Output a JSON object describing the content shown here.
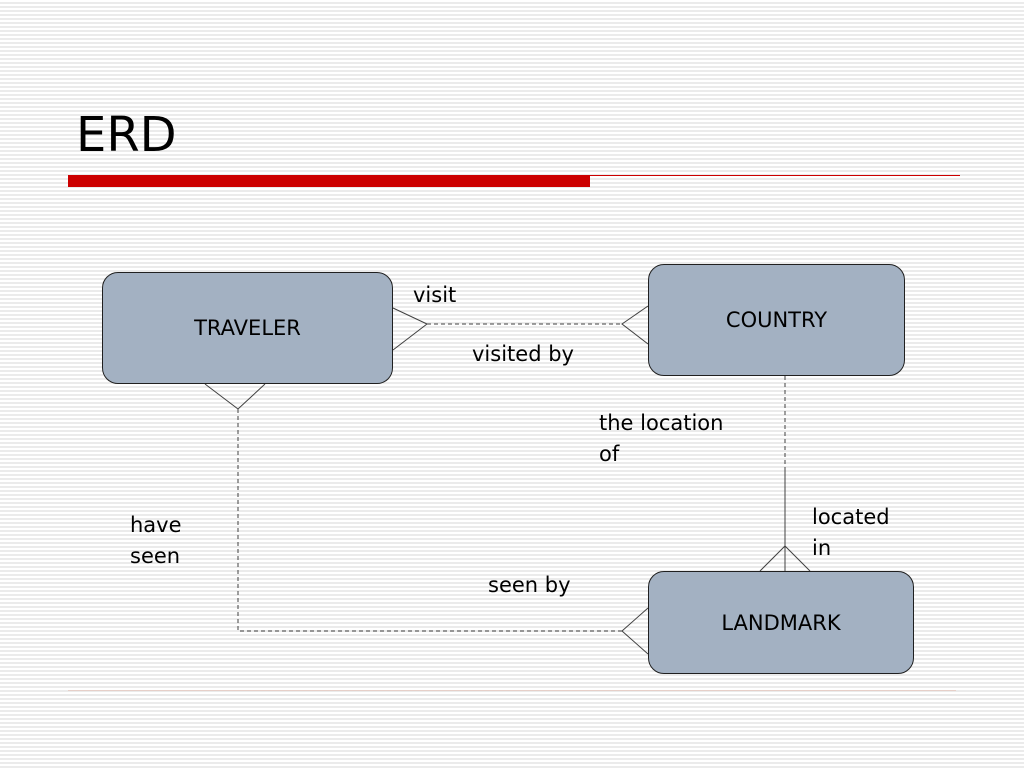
{
  "slide": {
    "title": "ERD"
  },
  "entities": {
    "traveler": "TRAVELER",
    "country": "COUNTRY",
    "landmark": "LANDMARK"
  },
  "relationships": [
    {
      "from": "TRAVELER",
      "to": "COUNTRY",
      "from_label": "visit",
      "to_label": "visited by",
      "from_end": "many",
      "to_end": "many"
    },
    {
      "from": "COUNTRY",
      "to": "LANDMARK",
      "from_label": "the location of",
      "to_label": "located in",
      "from_end": "one",
      "to_end": "many"
    },
    {
      "from": "TRAVELER",
      "to": "LANDMARK",
      "from_label": "have seen",
      "to_label": "seen by",
      "from_end": "many",
      "to_end": "many"
    }
  ],
  "labels": {
    "visit": "visit",
    "visited_by": "visited by",
    "location_of": [
      "the location",
      "of"
    ],
    "located_in": [
      "located",
      "in"
    ],
    "have_seen": [
      "have",
      "seen"
    ],
    "seen_by": "seen by"
  },
  "colors": {
    "accent": "#cc0000",
    "entity_fill": "#a3b1c2",
    "line": "#404040"
  }
}
